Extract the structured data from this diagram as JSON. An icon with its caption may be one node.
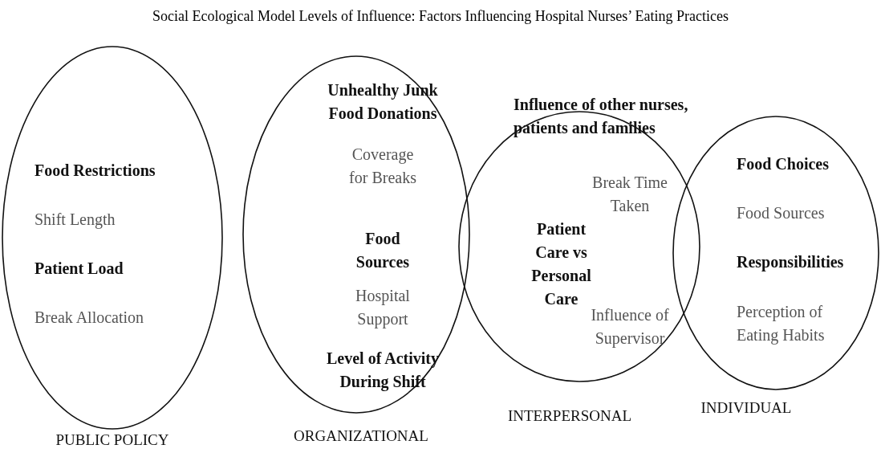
{
  "diagram": {
    "title": "Social Ecological Model Levels of Influence:  Factors Influencing Hospital Nurses’ Eating Practices",
    "nodes": [
      {
        "text": [
          "Food Restrictions",
          "Shift Length",
          "Patient Load",
          "Break Allocation",
          "PUBLIC POLICY"
        ]
      },
      {
        "text": [
          "Unhealthy Junk Food Donations",
          "Coverage for Breaks",
          "Food Sources",
          "Hospital Support",
          "Level of Activity During Shift",
          "ORGANIZATIONAL"
        ]
      },
      {
        "text": [
          "Influence of other nurses, patients and families",
          "Break Time Taken",
          "Patient Care vs Personal Care",
          "Influence of Supervisor",
          "INTERPERSONAL"
        ]
      },
      {
        "text": [
          "Food Choices",
          "Food Sources",
          "Responsibilities",
          "Perception of Eating Habits",
          "INDIVIDUAL"
        ]
      }
    ]
  }
}
